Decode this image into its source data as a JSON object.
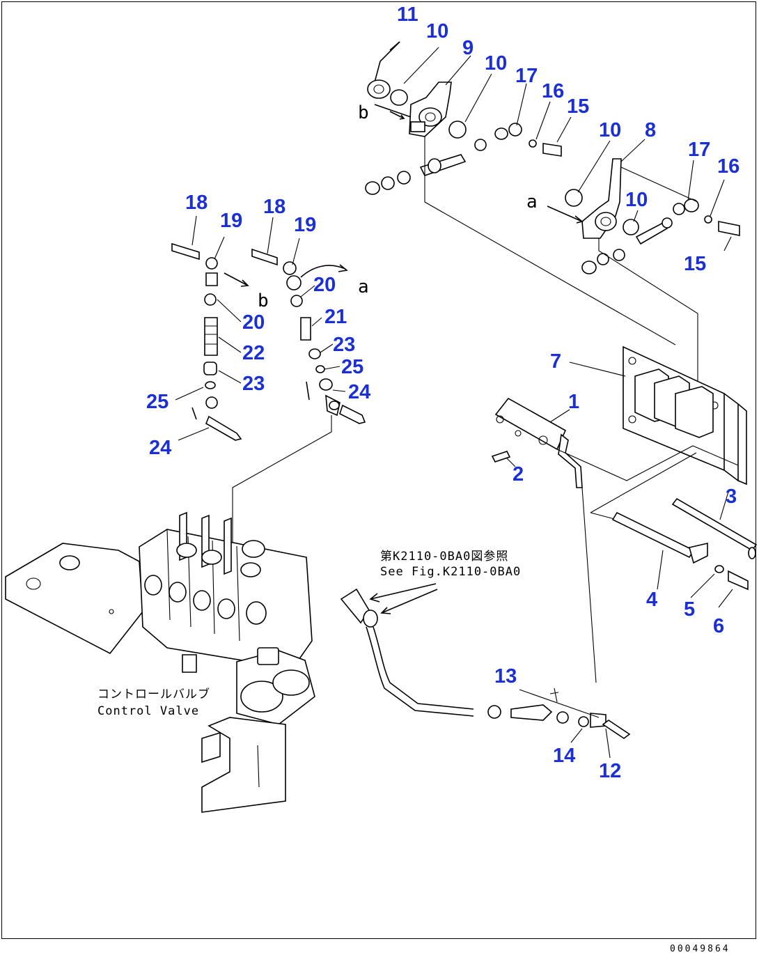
{
  "callouts": [
    {
      "id": "c11a",
      "text": "11"
    },
    {
      "id": "c10a",
      "text": "10"
    },
    {
      "id": "c9",
      "text": "9"
    },
    {
      "id": "c10b",
      "text": "10"
    },
    {
      "id": "c17a",
      "text": "17"
    },
    {
      "id": "c16a",
      "text": "16"
    },
    {
      "id": "c15a",
      "text": "15"
    },
    {
      "id": "c10c",
      "text": "10"
    },
    {
      "id": "c8",
      "text": "8"
    },
    {
      "id": "c17b",
      "text": "17"
    },
    {
      "id": "c16b",
      "text": "16"
    },
    {
      "id": "c10d",
      "text": "10"
    },
    {
      "id": "c15b",
      "text": "15"
    },
    {
      "id": "c18a",
      "text": "18"
    },
    {
      "id": "c19a",
      "text": "19"
    },
    {
      "id": "c18b",
      "text": "18"
    },
    {
      "id": "c19b",
      "text": "19"
    },
    {
      "id": "c20a",
      "text": "20"
    },
    {
      "id": "c20b",
      "text": "20"
    },
    {
      "id": "c21",
      "text": "21"
    },
    {
      "id": "c22",
      "text": "22"
    },
    {
      "id": "c23a",
      "text": "23"
    },
    {
      "id": "c23b",
      "text": "23"
    },
    {
      "id": "c25a",
      "text": "25"
    },
    {
      "id": "c25b",
      "text": "25"
    },
    {
      "id": "c24a",
      "text": "24"
    },
    {
      "id": "c24b",
      "text": "24"
    },
    {
      "id": "c7",
      "text": "7"
    },
    {
      "id": "c1",
      "text": "1"
    },
    {
      "id": "c2",
      "text": "2"
    },
    {
      "id": "c3",
      "text": "3"
    },
    {
      "id": "c4",
      "text": "4"
    },
    {
      "id": "c5",
      "text": "5"
    },
    {
      "id": "c6",
      "text": "6"
    },
    {
      "id": "c13",
      "text": "13"
    },
    {
      "id": "c14",
      "text": "14"
    },
    {
      "id": "c12",
      "text": "12"
    }
  ],
  "refs": {
    "b_top": "b",
    "a_right": "a",
    "b_left": "b",
    "a_left": "a"
  },
  "notes": {
    "see_fig_jp": "第K2110-0BA0図参照",
    "see_fig_en": "See Fig.K2110-0BA0",
    "control_valve_jp": "コントロールバルブ",
    "control_valve_en": "Control Valve"
  },
  "image_code": "00049864"
}
